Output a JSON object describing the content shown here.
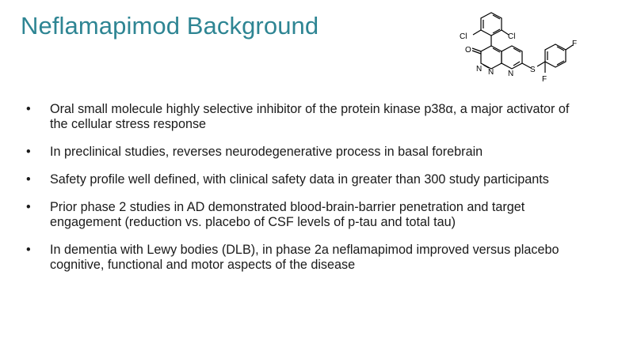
{
  "slide": {
    "title": "Neflamapimod Background",
    "bullet_glyph": "•",
    "structure_labels": {
      "cl_left": "Cl",
      "cl_right": "Cl",
      "oxygen": "O",
      "n1": "N",
      "n2": "N",
      "n3": "N",
      "sulfur": "S",
      "f_top": "F",
      "f_bottom": "F"
    },
    "bullets": [
      "Oral small molecule highly selective inhibitor of the protein kinase p38α, a major activator of the cellular stress response",
      "In preclinical studies, reverses neurodegenerative process in basal forebrain",
      "Safety profile well defined, with clinical safety data in greater than 300 study participants",
      "Prior phase 2 studies in AD demonstrated blood-brain-barrier penetration and target engagement (reduction vs. placebo of CSF levels of p-tau and total tau)",
      "In dementia with Lewy bodies (DLB), in phase 2a neflamapimod improved versus placebo cognitive, functional and motor aspects of the disease"
    ],
    "colors": {
      "title": "#2e8593",
      "text": "#1a1a1a"
    }
  }
}
